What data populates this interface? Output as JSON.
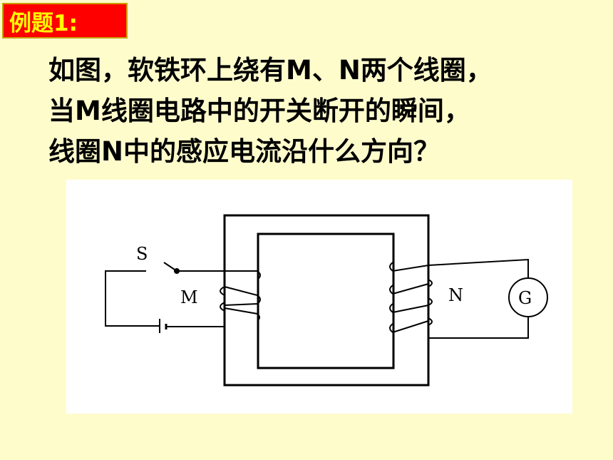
{
  "title": {
    "label": "例题1:",
    "bg": "#ff0000",
    "color": "#ffff00"
  },
  "question": {
    "lines": [
      "如图，软铁环上绕有M、N两个线圈，",
      "当M线圈电路中的开关断开的瞬间，",
      "线圈N中的感应电流沿什么方向？"
    ]
  },
  "figure": {
    "switch_label": "S",
    "coil_m_label": "M",
    "coil_n_label": "N",
    "galvanometer_label": "G"
  },
  "colors": {
    "background": "#fffccc",
    "figure_bg": "#ffffff"
  }
}
